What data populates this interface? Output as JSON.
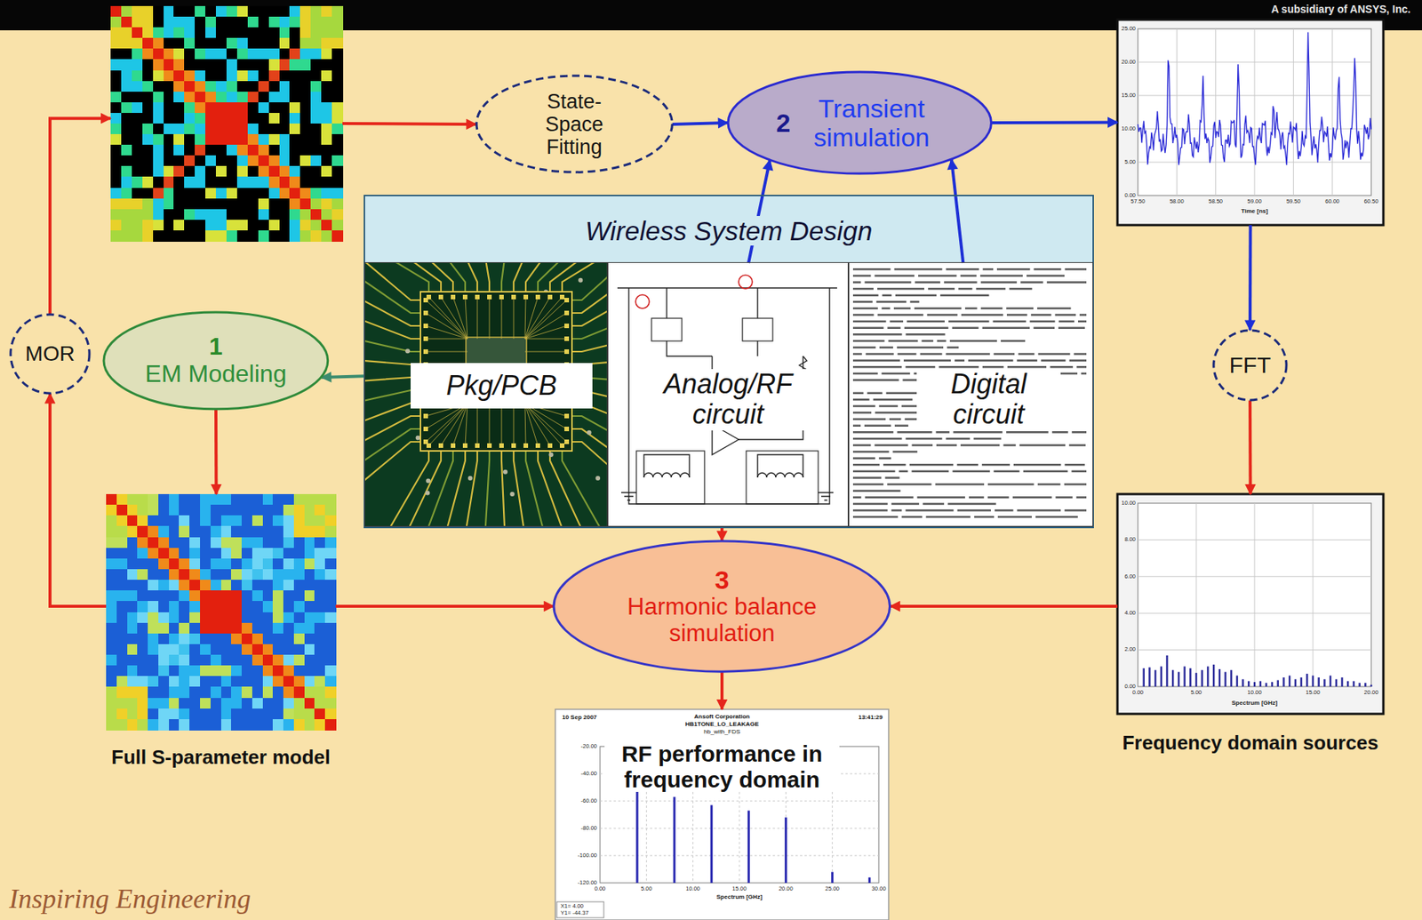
{
  "diagram": {
    "nodes": [
      {
        "text": []
      },
      {
        "text": [
          "State-Space Fitting"
        ]
      },
      {
        "text": [
          "2",
          "Transient simulation"
        ]
      },
      {
        "text": []
      },
      {
        "text": [
          "MOR"
        ]
      },
      {
        "text": [
          "1",
          "EM Modeling"
        ]
      },
      {
        "text": [
          "Wireless System Design"
        ]
      },
      {
        "text": [
          "Pkg/PCB"
        ],
        "in": 6
      },
      {
        "text": [
          "Analog/RF circuit"
        ],
        "in": 6
      },
      {
        "text": [
          "Digital circuit"
        ],
        "in": 6
      },
      {
        "text": [
          "FFT"
        ]
      },
      {
        "text": [
          "Full S-parameter model"
        ]
      },
      {
        "text": [
          "3",
          "Harmonic balance simulation"
        ]
      },
      {
        "text": [
          "Frequency domain sources"
        ]
      },
      {
        "text": [
          "RF performance in frequency domain"
        ]
      }
    ],
    "edges": [
      {
        "from": 0,
        "to": 1,
        "arrow": "to"
      },
      {
        "from": 1,
        "to": 2,
        "arrow": "to"
      },
      {
        "from": 2,
        "to": 3,
        "arrow": "to"
      },
      {
        "from": 3,
        "to": 10,
        "arrow": "to"
      },
      {
        "from": 10,
        "to": 13,
        "arrow": "to"
      },
      {
        "from": 13,
        "to": 12,
        "arrow": "to"
      },
      {
        "from": 11,
        "to": 12,
        "arrow": "to"
      },
      {
        "from": 8,
        "to": 12,
        "arrow": "to"
      },
      {
        "from": 8,
        "to": 2,
        "arrow": "to"
      },
      {
        "from": 9,
        "to": 2,
        "arrow": "to"
      },
      {
        "from": 7,
        "to": 5,
        "arrow": "to"
      },
      {
        "from": 5,
        "to": 11,
        "arrow": "to"
      },
      {
        "from": 11,
        "to": 4,
        "arrow": "to"
      },
      {
        "from": 4,
        "to": 0,
        "arrow": "to"
      },
      {
        "from": 12,
        "to": 14,
        "arrow": "to"
      }
    ],
    "labels": [
      "A subsidiary of ANSYS, Inc.",
      "25.00",
      "20.00",
      "15.00",
      "10.00",
      "5.00",
      "0.00",
      "57.50",
      "58.00",
      "58.50",
      "59.00",
      "59.50",
      "60.00",
      "60.50",
      "Time [ns]",
      "10.00",
      "8.00",
      "6.00",
      "4.00",
      "2.00",
      "0.00",
      "0.00",
      "5.00",
      "10.00",
      "15.00",
      "20.00",
      "Spectrum [GHz]",
      "10 Sep 2007",
      "Ansoft Corporation",
      "HB1TONE_LO_LEAKAGE",
      "hb_with_FDS",
      "13:41:29",
      "-20.00",
      "-40.00",
      "-60.00",
      "-80.00",
      "-100.00",
      "-120.00",
      "0.00",
      "5.00",
      "10.00",
      "15.00",
      "20.00",
      "25.00",
      "30.00",
      "Spectrum [GHz]",
      "X1= 4.00",
      "Y1= -44.37",
      "Inspiring Engineering"
    ]
  }
}
